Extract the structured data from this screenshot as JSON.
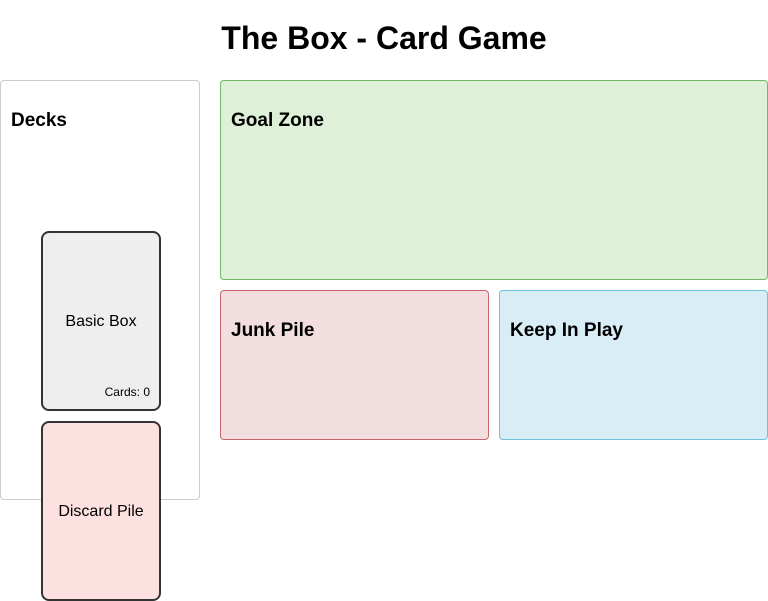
{
  "header": {
    "title": "The Box - Card Game"
  },
  "decks_panel": {
    "heading": "Decks",
    "decks": [
      {
        "name": "Basic Box",
        "count_label": "Cards: 0",
        "color": "#eeeeee"
      },
      {
        "name": "Discard Pile",
        "count_label": "",
        "color": "#fde0e0"
      }
    ]
  },
  "zones": {
    "goal": {
      "label": "Goal Zone",
      "color": "#dff0d8",
      "border": "#6fb86a"
    },
    "junk": {
      "label": "Junk Pile",
      "color": "#f2dede",
      "border": "#c9646a"
    },
    "keep": {
      "label": "Keep In Play",
      "color": "#d9edf7",
      "border": "#6ec1d8"
    }
  }
}
